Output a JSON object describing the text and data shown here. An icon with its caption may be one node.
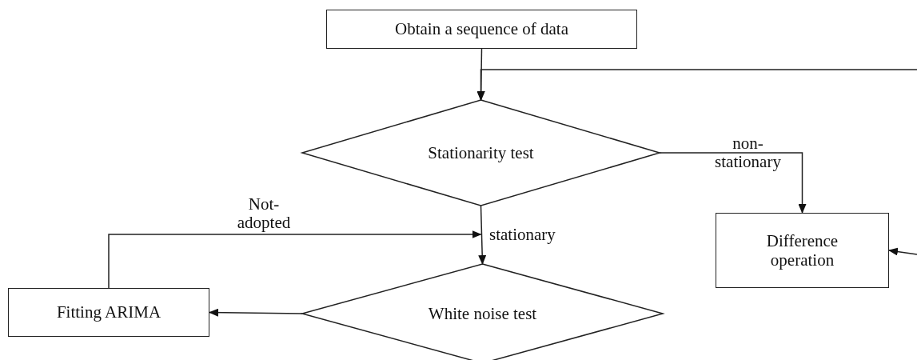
{
  "diagram": {
    "nodes": [
      {
        "text": [
          "Obtain a sequence of data"
        ]
      },
      {
        "text": [
          "Stationarity test"
        ]
      },
      {
        "text": [
          "Difference operation"
        ]
      },
      {
        "text": [
          "White noise test"
        ]
      },
      {
        "text": [
          "Fitting ARIMA"
        ]
      }
    ],
    "edges": [
      {
        "from": 0,
        "to": 1,
        "arrow": "to"
      },
      {
        "from": null,
        "to": 1,
        "arrow": "to"
      },
      {
        "from": 1,
        "to": 2,
        "label": "non- stationary",
        "arrow": "to"
      },
      {
        "from": 1,
        "to": 3,
        "label": "stationary",
        "arrow": "to"
      },
      {
        "from": 4,
        "to": 3,
        "label": "Not- adopted",
        "arrow": "to"
      },
      {
        "from": 3,
        "to": 4,
        "arrow": "to"
      },
      {
        "from": null,
        "to": 2,
        "arrow": "to"
      }
    ]
  }
}
